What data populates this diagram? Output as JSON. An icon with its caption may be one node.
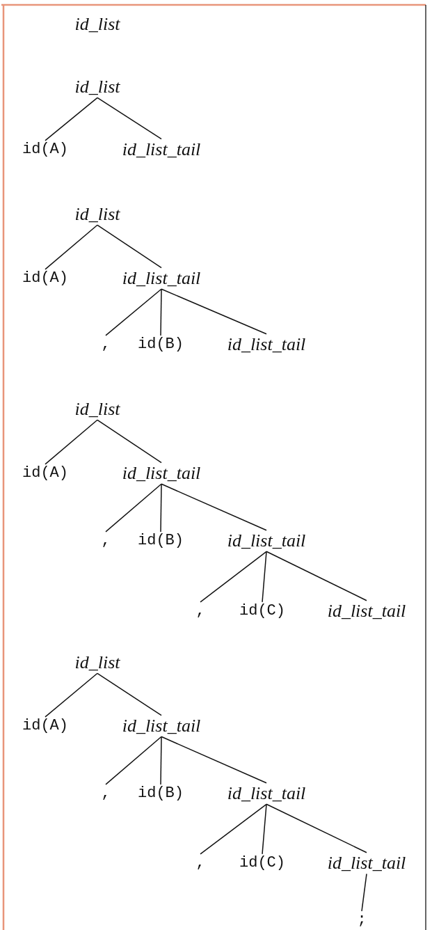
{
  "diagram": {
    "nodes": [
      {
        "text": [
          "id_list"
        ]
      },
      {
        "text": [
          "id_list"
        ]
      },
      {
        "text": [
          "id(A)"
        ]
      },
      {
        "text": [
          "id_list_tail"
        ]
      },
      {
        "text": [
          "id_list"
        ]
      },
      {
        "text": [
          "id(A)"
        ]
      },
      {
        "text": [
          "id_list_tail"
        ]
      },
      {
        "text": [
          ","
        ]
      },
      {
        "text": [
          "id(B)"
        ]
      },
      {
        "text": [
          "id_list_tail"
        ]
      },
      {
        "text": [
          "id_list"
        ]
      },
      {
        "text": [
          "id(A)"
        ]
      },
      {
        "text": [
          "id_list_tail"
        ]
      },
      {
        "text": [
          ","
        ]
      },
      {
        "text": [
          "id(B)"
        ]
      },
      {
        "text": [
          "id_list_tail"
        ]
      },
      {
        "text": [
          ","
        ]
      },
      {
        "text": [
          "id(C)"
        ]
      },
      {
        "text": [
          "id_list_tail"
        ]
      },
      {
        "text": [
          "id_list"
        ]
      },
      {
        "text": [
          "id(A)"
        ]
      },
      {
        "text": [
          "id_list_tail"
        ]
      },
      {
        "text": [
          ","
        ]
      },
      {
        "text": [
          "id(B)"
        ]
      },
      {
        "text": [
          "id_list_tail"
        ]
      },
      {
        "text": [
          ","
        ]
      },
      {
        "text": [
          "id(C)"
        ]
      },
      {
        "text": [
          "id_list_tail"
        ]
      },
      {
        "text": [
          ";"
        ]
      }
    ],
    "edges": [
      {
        "from": 1,
        "to": 2,
        "arrow": "none"
      },
      {
        "from": 1,
        "to": 3,
        "arrow": "none"
      },
      {
        "from": 4,
        "to": 5,
        "arrow": "none"
      },
      {
        "from": 4,
        "to": 6,
        "arrow": "none"
      },
      {
        "from": 6,
        "to": 7,
        "arrow": "none"
      },
      {
        "from": 6,
        "to": 8,
        "arrow": "none"
      },
      {
        "from": 6,
        "to": 9,
        "arrow": "none"
      },
      {
        "from": 10,
        "to": 11,
        "arrow": "none"
      },
      {
        "from": 10,
        "to": 12,
        "arrow": "none"
      },
      {
        "from": 12,
        "to": 13,
        "arrow": "none"
      },
      {
        "from": 12,
        "to": 14,
        "arrow": "none"
      },
      {
        "from": 12,
        "to": 15,
        "arrow": "none"
      },
      {
        "from": 15,
        "to": 16,
        "arrow": "none"
      },
      {
        "from": 15,
        "to": 17,
        "arrow": "none"
      },
      {
        "from": 15,
        "to": 18,
        "arrow": "none"
      },
      {
        "from": 19,
        "to": 20,
        "arrow": "none"
      },
      {
        "from": 19,
        "to": 21,
        "arrow": "none"
      },
      {
        "from": 21,
        "to": 22,
        "arrow": "none"
      },
      {
        "from": 21,
        "to": 23,
        "arrow": "none"
      },
      {
        "from": 21,
        "to": 24,
        "arrow": "none"
      },
      {
        "from": 24,
        "to": 25,
        "arrow": "none"
      },
      {
        "from": 24,
        "to": 26,
        "arrow": "none"
      },
      {
        "from": 24,
        "to": 27,
        "arrow": "none"
      },
      {
        "from": 27,
        "to": 28,
        "arrow": "none"
      }
    ]
  }
}
